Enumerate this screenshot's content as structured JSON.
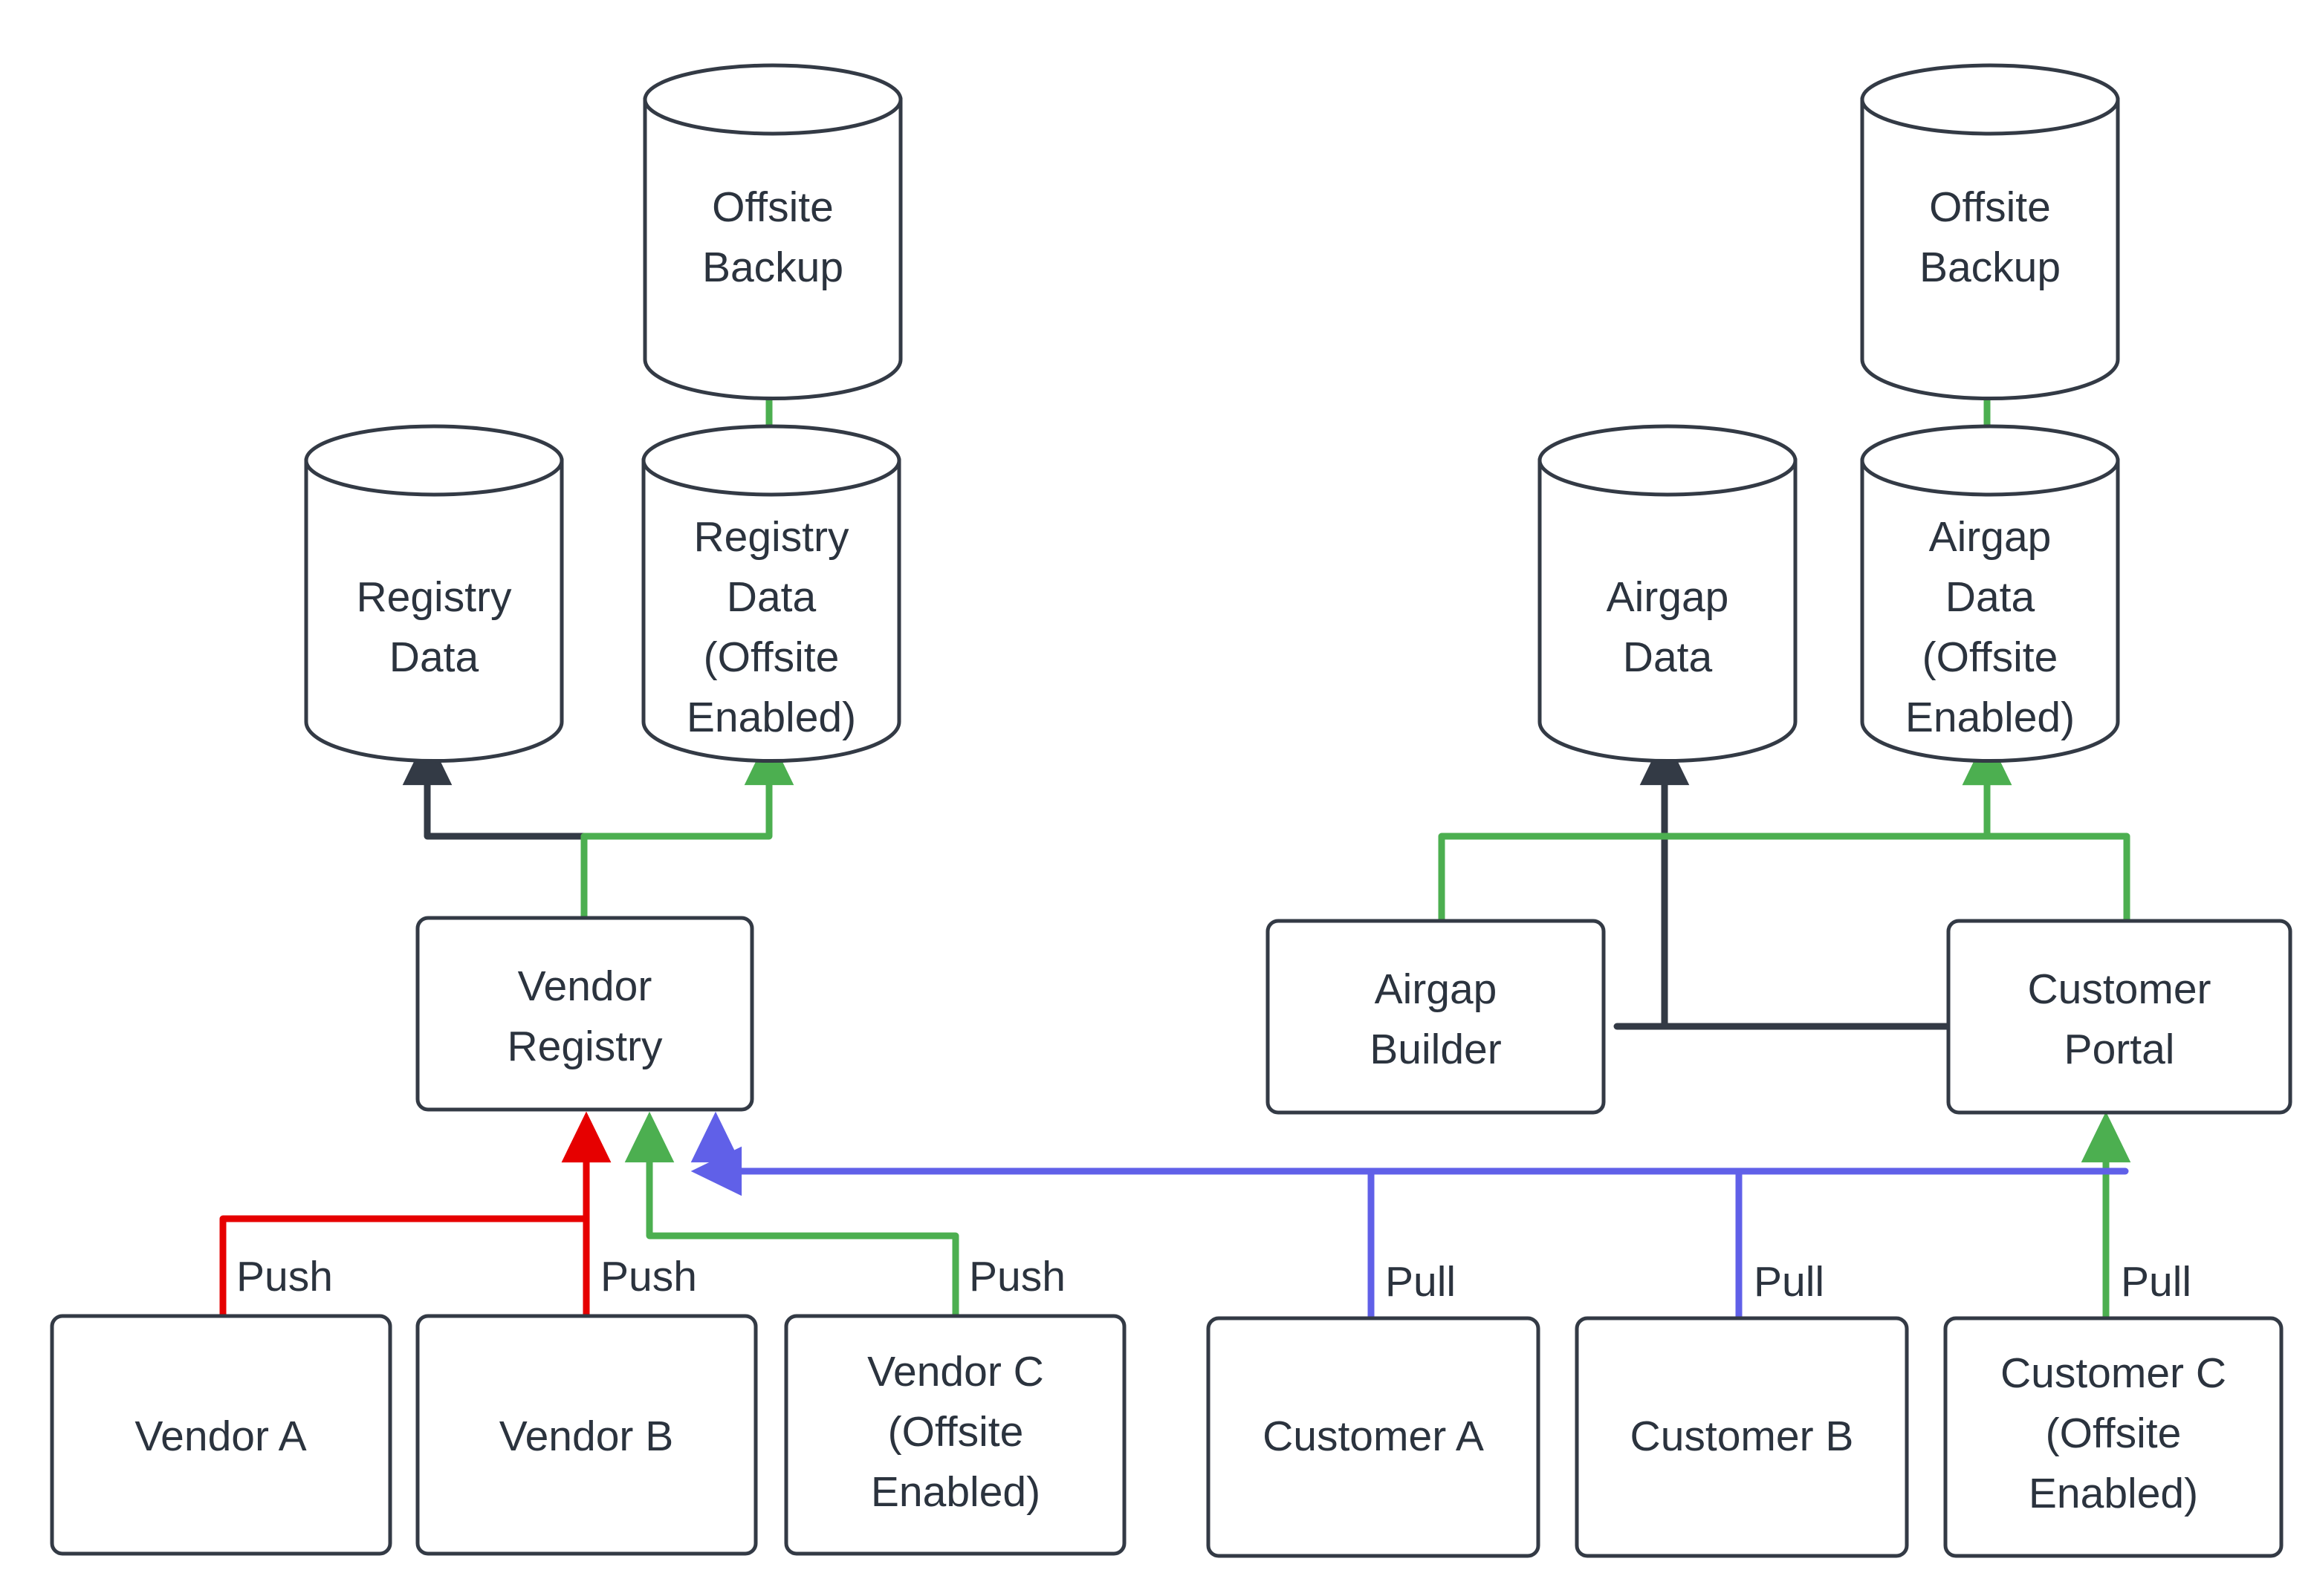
{
  "diagram": {
    "type": "flowchart",
    "background": "#ffffff",
    "colors": {
      "node_stroke": "#333a45",
      "node_fill": "#ffffff",
      "text": "#2b333e",
      "edge_dark": "#333a45",
      "edge_green": "#4caf50",
      "edge_red": "#e60000",
      "edge_purple": "#6060e8"
    },
    "nodes": [
      {
        "id": "offsite-backup-left",
        "shape": "cylinder",
        "label": "Offsite\nBackup"
      },
      {
        "id": "registry-data",
        "shape": "cylinder",
        "label": "Registry\nData"
      },
      {
        "id": "registry-data-offsite",
        "shape": "cylinder",
        "label": "Registry\nData\n(Offsite\nEnabled)"
      },
      {
        "id": "vendor-registry",
        "shape": "box",
        "label": "Vendor\nRegistry"
      },
      {
        "id": "vendor-a",
        "shape": "box",
        "label": "Vendor A"
      },
      {
        "id": "vendor-b",
        "shape": "box",
        "label": "Vendor B"
      },
      {
        "id": "vendor-c",
        "shape": "box",
        "label": "Vendor C\n(Offsite\nEnabled)"
      },
      {
        "id": "offsite-backup-right",
        "shape": "cylinder",
        "label": "Offsite\nBackup"
      },
      {
        "id": "airgap-data",
        "shape": "cylinder",
        "label": "Airgap\nData"
      },
      {
        "id": "airgap-data-offsite",
        "shape": "cylinder",
        "label": "Airgap\nData\n(Offsite\nEnabled)"
      },
      {
        "id": "airgap-builder",
        "shape": "box",
        "label": "Airgap\nBuilder"
      },
      {
        "id": "customer-portal",
        "shape": "box",
        "label": "Customer\nPortal"
      },
      {
        "id": "customer-a",
        "shape": "box",
        "label": "Customer A"
      },
      {
        "id": "customer-b",
        "shape": "box",
        "label": "Customer B"
      },
      {
        "id": "customer-c",
        "shape": "box",
        "label": "Customer C\n(Offsite\nEnabled)"
      }
    ],
    "node_labels": {
      "offsite_backup_left_l1": "Offsite",
      "offsite_backup_left_l2": "Backup",
      "registry_data_l1": "Registry",
      "registry_data_l2": "Data",
      "registry_data_offsite_l1": "Registry",
      "registry_data_offsite_l2": "Data",
      "registry_data_offsite_l3": "(Offsite",
      "registry_data_offsite_l4": "Enabled)",
      "vendor_registry_l1": "Vendor",
      "vendor_registry_l2": "Registry",
      "vendor_a": "Vendor A",
      "vendor_b": "Vendor B",
      "vendor_c_l1": "Vendor C",
      "vendor_c_l2": "(Offsite",
      "vendor_c_l3": "Enabled)",
      "offsite_backup_right_l1": "Offsite",
      "offsite_backup_right_l2": "Backup",
      "airgap_data_l1": "Airgap",
      "airgap_data_l2": "Data",
      "airgap_data_offsite_l1": "Airgap",
      "airgap_data_offsite_l2": "Data",
      "airgap_data_offsite_l3": "(Offsite",
      "airgap_data_offsite_l4": "Enabled)",
      "airgap_builder_l1": "Airgap",
      "airgap_builder_l2": "Builder",
      "customer_portal_l1": "Customer",
      "customer_portal_l2": "Portal",
      "customer_a": "Customer A",
      "customer_b": "Customer B",
      "customer_c_l1": "Customer C",
      "customer_c_l2": "(Offsite",
      "customer_c_l3": "Enabled)"
    },
    "edge_labels": {
      "push_a": "Push",
      "push_b": "Push",
      "push_c": "Push",
      "pull_a": "Pull",
      "pull_b": "Pull",
      "pull_c": "Pull"
    },
    "edges": [
      {
        "id": "vendor-a-to-registry",
        "from": "vendor-a",
        "to": "vendor-registry",
        "label": "Push",
        "color": "#e60000"
      },
      {
        "id": "vendor-b-to-registry",
        "from": "vendor-b",
        "to": "vendor-registry",
        "label": "Push",
        "color": "#e60000"
      },
      {
        "id": "vendor-c-to-registry",
        "from": "vendor-c",
        "to": "vendor-registry",
        "label": "Push",
        "color": "#4caf50"
      },
      {
        "id": "customer-a-to-portal",
        "from": "customer-a",
        "to": "vendor-registry",
        "label": "Pull",
        "color": "#6060e8"
      },
      {
        "id": "customer-b-to-portal",
        "from": "customer-b",
        "to": "vendor-registry",
        "label": "Pull",
        "color": "#6060e8"
      },
      {
        "id": "customer-c-to-portal",
        "from": "customer-c",
        "to": "customer-portal",
        "label": "Pull",
        "color": "#4caf50"
      },
      {
        "id": "registry-to-registry-data",
        "from": "vendor-registry",
        "to": "registry-data",
        "label": "",
        "color": "#333a45"
      },
      {
        "id": "registry-to-registry-offsite",
        "from": "vendor-registry",
        "to": "registry-data-offsite",
        "label": "",
        "color": "#4caf50"
      },
      {
        "id": "registry-offsite-to-backup",
        "from": "registry-data-offsite",
        "to": "offsite-backup-left",
        "label": "",
        "color": "#4caf50"
      },
      {
        "id": "portal-to-airgap-data",
        "from": "customer-portal",
        "to": "airgap-data",
        "label": "",
        "color": "#333a45"
      },
      {
        "id": "builder-to-airgap-offsite",
        "from": "airgap-builder",
        "to": "airgap-data-offsite",
        "label": "",
        "color": "#4caf50"
      },
      {
        "id": "portal-to-airgap-offsite",
        "from": "customer-portal",
        "to": "airgap-data-offsite",
        "label": "",
        "color": "#4caf50"
      },
      {
        "id": "airgap-offsite-to-backup",
        "from": "airgap-data-offsite",
        "to": "offsite-backup-right",
        "label": "",
        "color": "#4caf50"
      }
    ]
  }
}
